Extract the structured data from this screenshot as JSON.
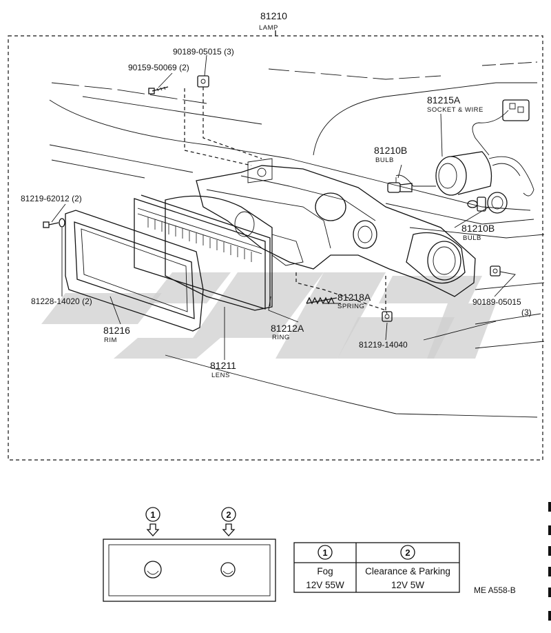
{
  "assembly": {
    "part_no": "81210",
    "name": "LAMP"
  },
  "parts": {
    "screw_top_a": {
      "part_no": "90189-05015 (3)"
    },
    "screw_top_b": {
      "part_no": "90159-50069 (2)"
    },
    "socket_wire": {
      "part_no": "81215A",
      "name": "SOCKET & WIRE"
    },
    "bulb_fog": {
      "part_no": "81210B",
      "name": "BULB"
    },
    "bulb_clearance": {
      "part_no": "81210B",
      "name": "BULB"
    },
    "screw_left": {
      "part_no": "81219-62012 (2)"
    },
    "gasket": {
      "part_no": "81228-14020 (2)"
    },
    "rim": {
      "part_no": "81216",
      "name": "RIM"
    },
    "lens": {
      "part_no": "81211",
      "name": "LENS"
    },
    "ring": {
      "part_no": "81212A",
      "name": "RING"
    },
    "spring": {
      "part_no": "81218A",
      "name": "SPRING"
    },
    "nut_bottom": {
      "part_no": "81219-14040"
    },
    "nut_right": {
      "part_no": "90189-05015",
      "qty": "(3)"
    }
  },
  "legend": {
    "marker_1": "1",
    "marker_2": "2",
    "table": {
      "col1_head": "1",
      "col2_head": "2",
      "col1_name": "Fog",
      "col1_spec": "12V 55W",
      "col2_name": "Clearance & Parking",
      "col2_spec": "12V 5W"
    }
  },
  "drawing_code": "ME  A558-B",
  "colors": {
    "ink": "#111111",
    "watermark": "#cfcfcf",
    "paper": "#ffffff"
  }
}
